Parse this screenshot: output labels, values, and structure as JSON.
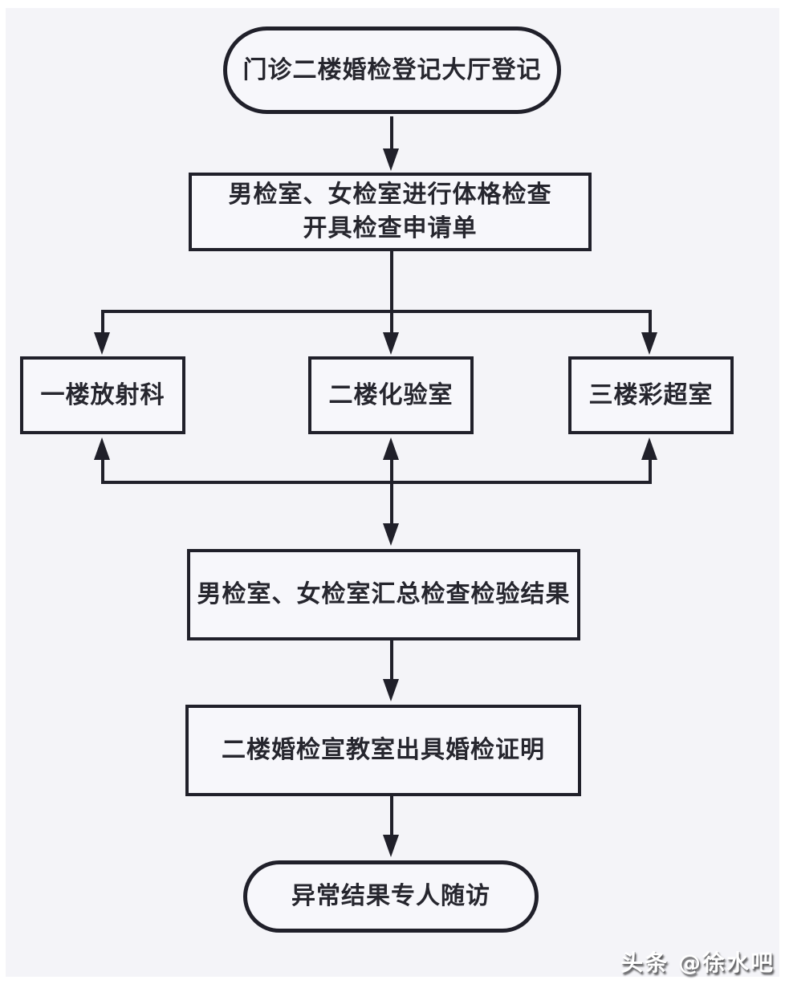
{
  "watermark": {
    "text": "头条 @徐水吧"
  },
  "colors": {
    "line": "#20202a",
    "text": "#26262e",
    "background": "#f4f4f8",
    "node_fill": "#f7f7fb",
    "page_margin": "#ffffff",
    "watermark_text": "#ffffff"
  },
  "flowchart": {
    "nodes": {
      "registration": {
        "label": "门诊二楼婚检登记大厅登记",
        "shape": "stadium"
      },
      "physical_exam": {
        "lines": [
          "男检室、女检室进行体格检查",
          "开具检查申请单"
        ],
        "shape": "rect"
      },
      "radiology": {
        "label": "一楼放射科",
        "shape": "rect"
      },
      "laboratory": {
        "label": "二楼化验室",
        "shape": "rect"
      },
      "ultrasound": {
        "label": "三楼彩超室",
        "shape": "rect"
      },
      "summary": {
        "label": "男检室、女检室汇总检查检验结果",
        "shape": "rect"
      },
      "certificate": {
        "label": "二楼婚检宣教室出具婚检证明",
        "shape": "rect"
      },
      "followup": {
        "label": "异常结果专人随访",
        "shape": "stadium"
      }
    },
    "edges": [
      {
        "from": "registration",
        "to": "physical_exam",
        "arrow": "down"
      },
      {
        "from": "physical_exam",
        "to": "radiology",
        "arrow": "down",
        "via": "split-hub"
      },
      {
        "from": "physical_exam",
        "to": "laboratory",
        "arrow": "down",
        "via": "split-hub"
      },
      {
        "from": "physical_exam",
        "to": "ultrasound",
        "arrow": "down",
        "via": "split-hub"
      },
      {
        "from": "return-hub",
        "to": "radiology",
        "arrow": "up"
      },
      {
        "from": "return-hub",
        "to": "laboratory",
        "arrow": "up"
      },
      {
        "from": "return-hub",
        "to": "ultrasound",
        "arrow": "up"
      },
      {
        "from": "return-hub",
        "to": "summary",
        "arrow": "down"
      },
      {
        "from": "summary",
        "to": "certificate",
        "arrow": "down"
      },
      {
        "from": "certificate",
        "to": "followup",
        "arrow": "down"
      }
    ]
  }
}
